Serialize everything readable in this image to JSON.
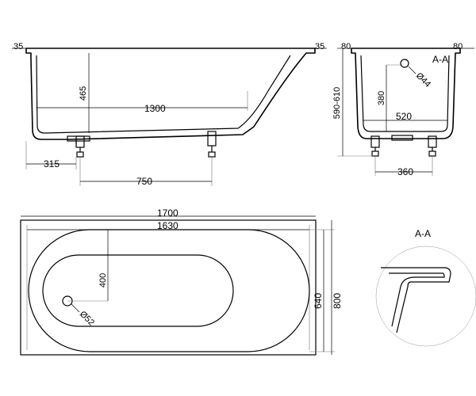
{
  "side_view": {
    "rim_left": "35",
    "rim_right": "35",
    "depth": "465",
    "bottom_length": "1300",
    "outlet_offset": "315",
    "leg_spacing": "750"
  },
  "section_view": {
    "rim_left": "80",
    "rim_right": "80",
    "title": "A-A",
    "overflow_diameter": "Ø44",
    "overflow_height": "380",
    "height_range": "590-610",
    "bottom_width": "520",
    "leg_spacing": "360"
  },
  "plan_view": {
    "outer_length": "1700",
    "inner_length": "1630",
    "drain_offset": "400",
    "drain_diameter": "Ø52",
    "inner_width": "640",
    "outer_width": "800"
  },
  "detail_view": {
    "title": "A-A"
  }
}
